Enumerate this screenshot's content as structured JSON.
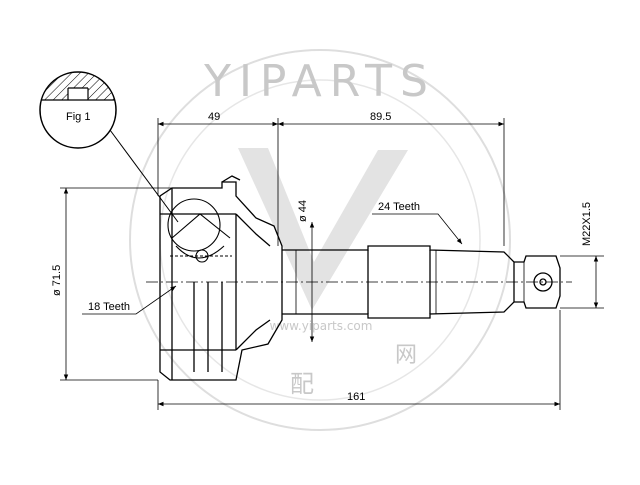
{
  "figure_label": "Fig 1",
  "dimensions": {
    "flange_length": "49",
    "shaft_length": "89.5",
    "total_length": "161",
    "outer_diameter": "ø 71.5",
    "seal_diameter": "ø 44",
    "thread": "M22X1.5"
  },
  "teeth": {
    "outer": "24 Teeth",
    "inner": "18 Teeth"
  },
  "watermark": {
    "brand": "YIPARTS",
    "url": "www.yiparts.com",
    "cjk_1": "配",
    "cjk_2": "网"
  },
  "colors": {
    "line": "#000000",
    "watermark": "#d0d0d0"
  }
}
